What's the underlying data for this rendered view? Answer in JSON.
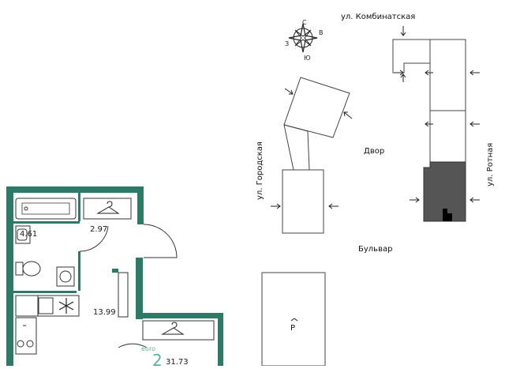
{
  "colors": {
    "wall": "#2e7a68",
    "line": "#333333",
    "highlight": "#555555",
    "accent": "#5fae9b",
    "text": "#1a1a1a"
  },
  "compass": {
    "n": "С",
    "e": "В",
    "s": "Ю",
    "w": "З"
  },
  "streets": {
    "top": "ул. Комбинатская",
    "left": "ул. Городская",
    "right": "ул. Ротная"
  },
  "site": {
    "yard": "Двор",
    "boulevard": "Бульвар",
    "parking": "P"
  },
  "plan": {
    "areas": {
      "bathroom": "4.61",
      "hall": "2.97",
      "kitchen": "13.99",
      "living": "31.73"
    },
    "layout_tag": "euro",
    "rooms_count": "2"
  }
}
